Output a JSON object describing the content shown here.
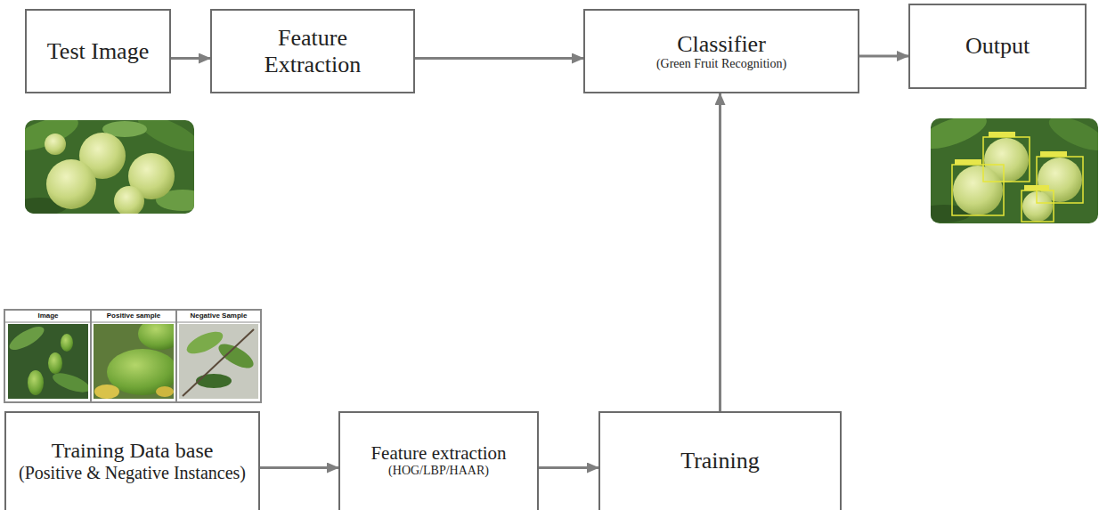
{
  "diagram": {
    "nodes": [
      {
        "text": [
          "Test Image"
        ]
      },
      {
        "text": [
          "Feature Extraction"
        ]
      },
      {
        "text": [
          "Classifier",
          "(Green Fruit Recognition)"
        ]
      },
      {
        "text": [
          "Output"
        ]
      },
      {
        "text": [
          "Training Data base",
          "(Positive & Negative Instances)"
        ]
      },
      {
        "text": [
          "Feature extraction",
          "(HOG/LBP/HAAR)"
        ]
      },
      {
        "text": [
          "Training"
        ]
      }
    ],
    "edges": [
      {
        "from": 0,
        "to": 1,
        "arrow": "to"
      },
      {
        "from": 1,
        "to": 2,
        "arrow": "to"
      },
      {
        "from": 2,
        "to": 3,
        "arrow": "to"
      },
      {
        "from": 4,
        "to": 5,
        "arrow": "to"
      },
      {
        "from": 5,
        "to": 6,
        "arrow": "to"
      },
      {
        "from": 6,
        "to": 2,
        "arrow": "to"
      }
    ],
    "labels": [
      "Image",
      "Positive sample",
      "Negative Sample"
    ]
  }
}
